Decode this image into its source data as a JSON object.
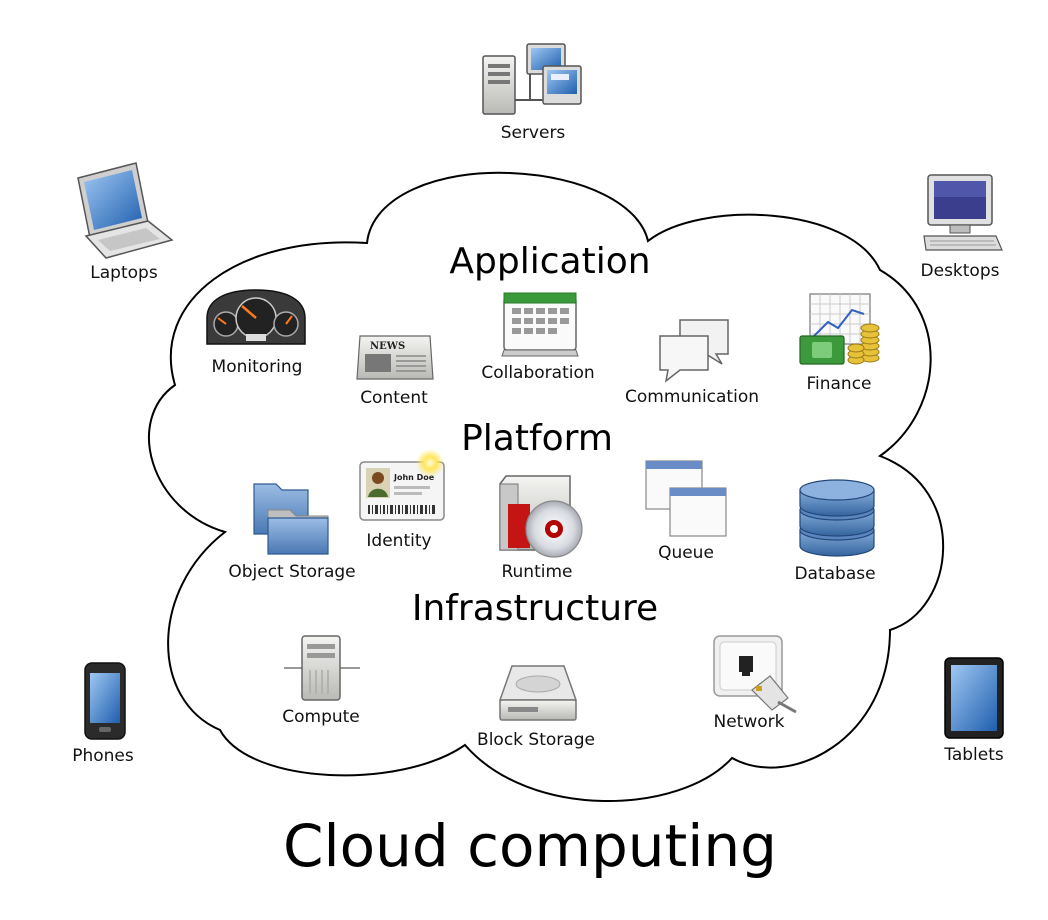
{
  "title": "Cloud computing",
  "sections": {
    "application": "Application",
    "platform": "Platform",
    "infrastructure": "Infrastructure"
  },
  "clients": {
    "servers": "Servers",
    "laptops": "Laptops",
    "desktops": "Desktops",
    "phones": "Phones",
    "tablets": "Tablets"
  },
  "services": {
    "monitoring": "Monitoring",
    "content": "Content",
    "collaboration": "Collaboration",
    "communication": "Communication",
    "finance": "Finance",
    "object_storage": "Object Storage",
    "identity": "Identity",
    "runtime": "Runtime",
    "queue": "Queue",
    "database": "Database",
    "compute": "Compute",
    "block_storage": "Block Storage",
    "network": "Network"
  },
  "icon_text": {
    "news": "NEWS",
    "john_doe": "John Doe"
  }
}
